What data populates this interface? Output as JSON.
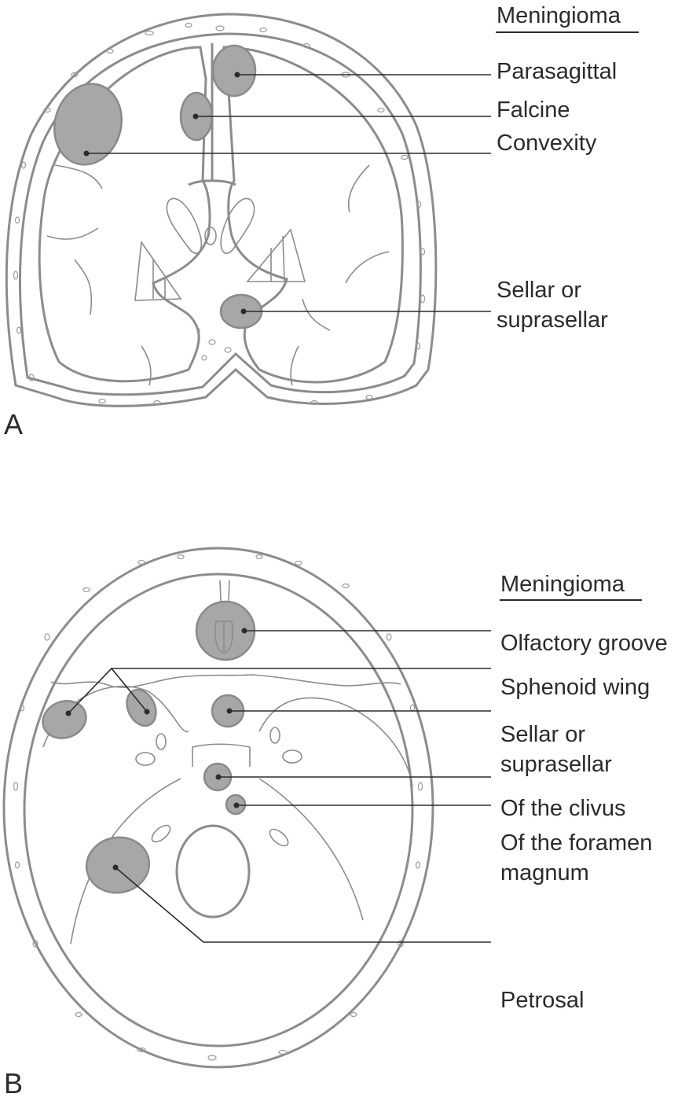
{
  "figure": {
    "panels": [
      {
        "letter": "A",
        "view": "coronal section",
        "header": "Meningioma",
        "labels": [
          {
            "id": "parasagittal",
            "text": "Parasagittal"
          },
          {
            "id": "falcine",
            "text": "Falcine"
          },
          {
            "id": "convexity",
            "text": "Convexity"
          },
          {
            "id": "sellar",
            "line1": "Sellar or",
            "line2": "suprasellar"
          }
        ]
      },
      {
        "letter": "B",
        "view": "skull base (axial)",
        "header": "Meningioma",
        "labels": [
          {
            "id": "olfactory",
            "text": "Olfactory groove"
          },
          {
            "id": "sphenoid",
            "text": "Sphenoid wing"
          },
          {
            "id": "sellar",
            "line1": "Sellar or",
            "line2": "suprasellar"
          },
          {
            "id": "clivus",
            "text": "Of the clivus"
          },
          {
            "id": "foramen",
            "line1": "Of the foramen",
            "line2": "magnum"
          },
          {
            "id": "petrosal",
            "text": "Petrosal"
          }
        ]
      }
    ],
    "colors": {
      "tumor_fill": "#a7a7a7",
      "outline": "#8c8c8c",
      "text": "#2b2b2b"
    }
  }
}
